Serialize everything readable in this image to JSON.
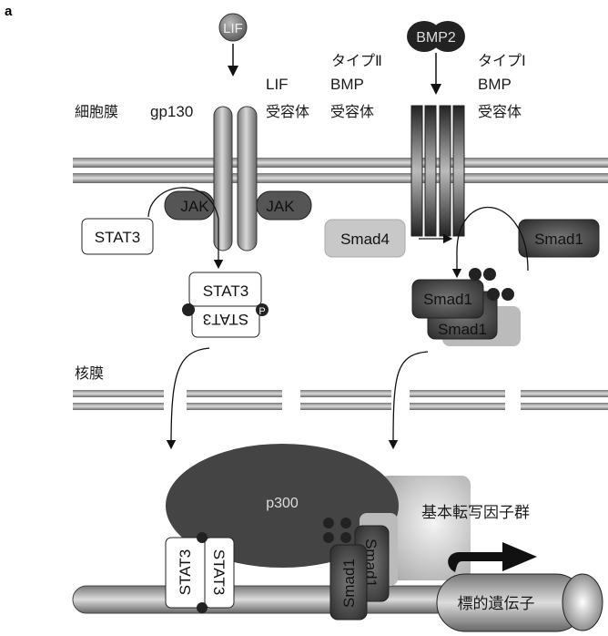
{
  "panel_label": "a",
  "ligands": {
    "lif": "LIF",
    "bmp2": "BMP2"
  },
  "membrane": {
    "cell_membrane": "細胞膜",
    "gp130": "gp130",
    "lif_receptor": [
      "LIF",
      "受容体"
    ],
    "type2_bmp_receptor": [
      "タイプⅡ",
      "BMP",
      "受容体"
    ],
    "type1_bmp_receptor": [
      "タイプⅠ",
      "BMP",
      "受容体"
    ],
    "jak": "JAK"
  },
  "cytoplasm": {
    "stat3": "STAT3",
    "smad4": "Smad4",
    "smad1": "Smad1",
    "phospho": "P"
  },
  "nucleus": {
    "nuclear_membrane": "核膜",
    "p300": "p300",
    "basal_tf": "基本転写因子群",
    "target_gene": "標的遺伝子"
  },
  "colors": {
    "dark": "#3a3a3a",
    "mid": "#8a8a8a",
    "light": "#c8c8c8"
  }
}
